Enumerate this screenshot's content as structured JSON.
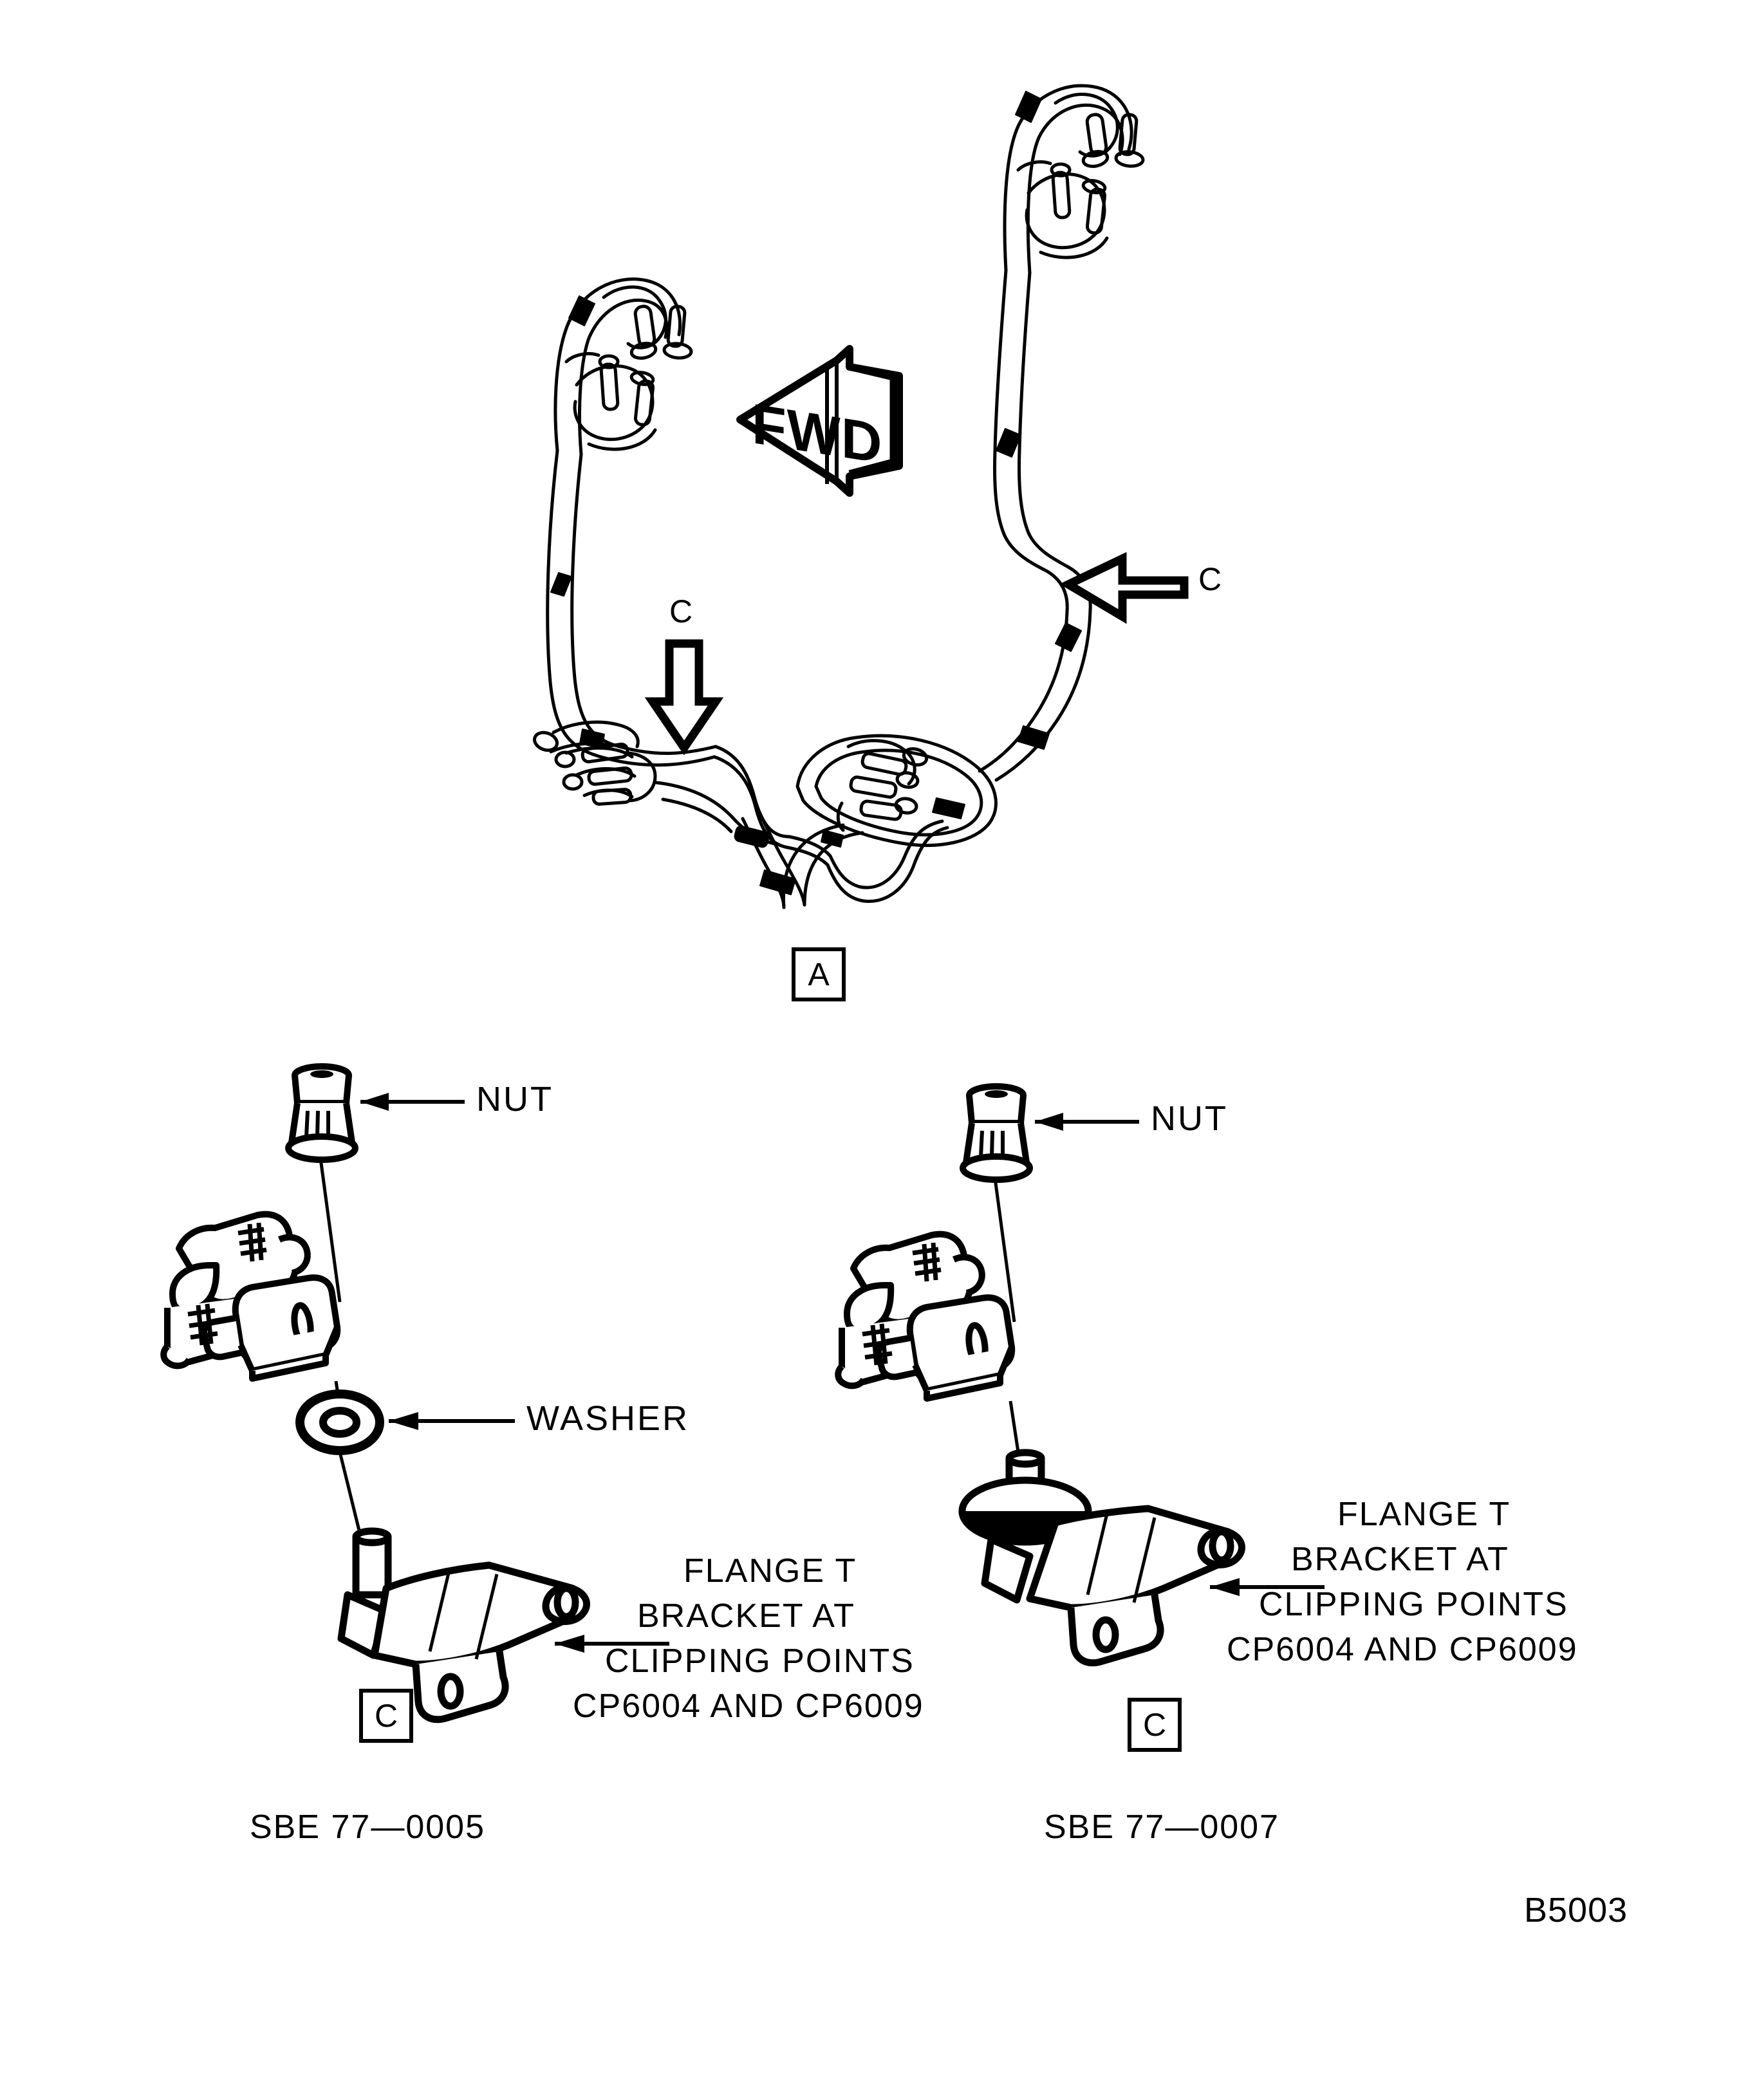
{
  "document": {
    "drawing_code": "B5003",
    "background_color": "#ffffff",
    "line_color": "#000000"
  },
  "top_view": {
    "view_label": "A",
    "orientation_marker": {
      "label": "FWD",
      "direction": "left",
      "icon": "fwd-arrow-banner"
    },
    "callouts": [
      {
        "label": "C",
        "direction": "down",
        "icon": "block-arrow-down"
      },
      {
        "label": "C",
        "direction": "left",
        "icon": "block-arrow-left"
      }
    ]
  },
  "detail_left": {
    "view_label": "C",
    "reference": "SBE 77—0005",
    "parts": [
      {
        "name": "NUT",
        "icon": "nut-icon"
      },
      {
        "name": "WASHER",
        "icon": "washer-icon"
      },
      {
        "name": "FLANGE T BRACKET AT CLIPPING POINTS CP6004 AND CP6009",
        "icon": "flange-t-bracket-icon"
      }
    ],
    "labels": {
      "nut": "NUT",
      "washer": "WASHER",
      "bracket_line1": "FLANGE T",
      "bracket_line2": "BRACKET AT",
      "bracket_line3": "CLIPPING POINTS",
      "bracket_line4": "CP6004 AND CP6009"
    }
  },
  "detail_right": {
    "view_label": "C",
    "reference": "SBE 77—0007",
    "parts": [
      {
        "name": "NUT",
        "icon": "nut-icon"
      },
      {
        "name": "FLANGE T BRACKET AT CLIPPING POINTS CP6004 AND CP6009",
        "icon": "flange-t-bracket-icon"
      }
    ],
    "labels": {
      "nut": "NUT",
      "bracket_line1": "FLANGE T",
      "bracket_line2": "BRACKET AT",
      "bracket_line3": "CLIPPING POINTS",
      "bracket_line4": "CP6004 AND CP6009"
    }
  }
}
